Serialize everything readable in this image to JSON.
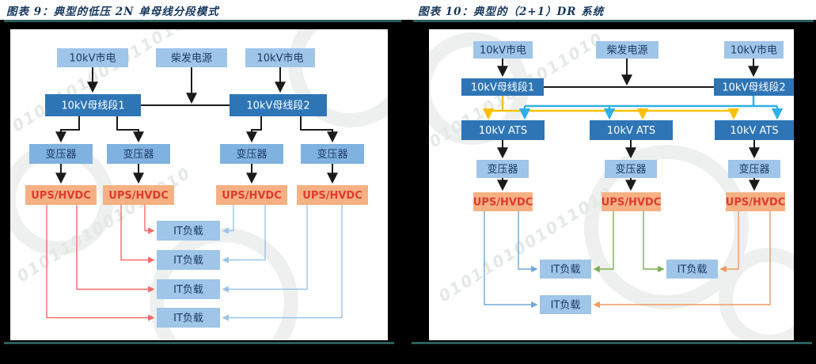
{
  "header": {
    "fig9_title": "图表 9：典型的低压 2N 单母线分段模式",
    "fig10_title": "图表 10：典型的（2+1）DR 系统"
  },
  "fig9": {
    "nodes": {
      "utility": "10kV市电",
      "diesel": "柴发电源",
      "bus1": "10kV母线段1",
      "bus2": "10kV母线段2",
      "transformer": "变压器",
      "ups": "UPS/HVDC",
      "it_load": "IT负载"
    }
  },
  "fig10": {
    "nodes": {
      "utility": "10kV市电",
      "diesel": "柴发电源",
      "bus1": "10kV母线段1",
      "bus2": "10kV母线段2",
      "ats": "10kV ATS",
      "transformer": "变压器",
      "ups": "UPS/HVDC",
      "it_load": "IT负载"
    }
  },
  "watermark": {
    "digits": "0101101001011010"
  },
  "colors": {
    "accent-rule": "#2a5f5d",
    "title-text": "#17375d",
    "box-light": "#9fc5e8",
    "box-mid": "#7fb2e0",
    "box-dark": "#2e75b6",
    "box-ups": "#f5b183",
    "ups-text": "#e03a2f",
    "node-text": "#1f3b63",
    "line-black": "#1a1a1a",
    "line-red": "#f56b6b",
    "line-lightblue": "#9dc3e6",
    "line-yellow": "#fdc100",
    "line-cyan": "#2eb0e8",
    "line-blue": "#6fa8dc",
    "line-green": "#7cb153",
    "line-orange": "#f09a5e"
  }
}
